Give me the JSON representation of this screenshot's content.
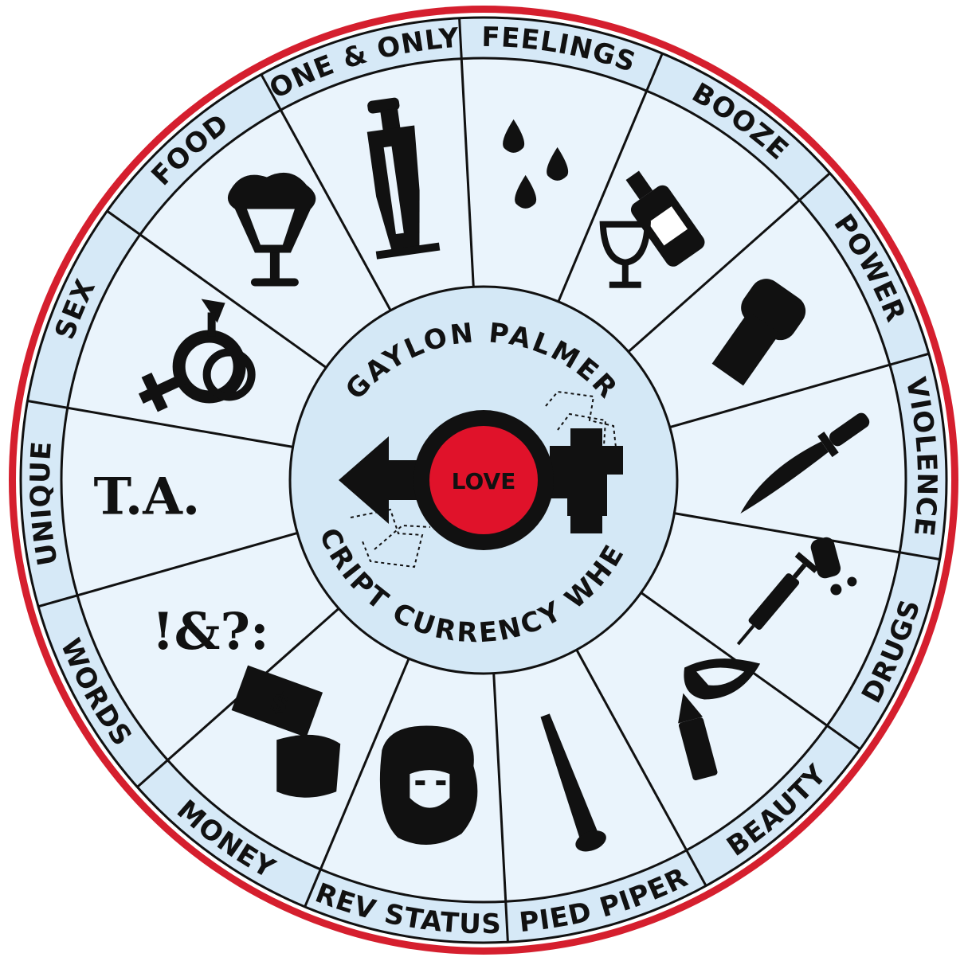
{
  "wheel": {
    "title_top": "GAYLON PALMER",
    "title_bottom": "SCRIPT CURRENCY WHEEL",
    "center_label": "LOVE",
    "segments": [
      {
        "label": "FEELINGS",
        "icon": "tear-drops-icon"
      },
      {
        "label": "BOOZE",
        "icon": "bottle-and-glass-icon"
      },
      {
        "label": "POWER",
        "icon": "raised-fist-icon"
      },
      {
        "label": "VIOLENCE",
        "icon": "knife-icon"
      },
      {
        "label": "DRUGS",
        "icon": "syringe-and-pills-icon"
      },
      {
        "label": "BEAUTY",
        "icon": "lips-and-lipstick-icon"
      },
      {
        "label": "PIED PIPER",
        "icon": "flute-icon"
      },
      {
        "label": "REV STATUS",
        "icon": "revolutionary-portrait-icon"
      },
      {
        "label": "MONEY",
        "icon": "money-bag-icon"
      },
      {
        "label": "WORDS",
        "icon": "punctuation-icon",
        "symbol_text": "!&?:"
      },
      {
        "label": "UNIQUE",
        "icon": "ta-letters-icon",
        "symbol_text": "T.A."
      },
      {
        "label": "SEX",
        "icon": "gender-symbols-icon"
      },
      {
        "label": "FOOD",
        "icon": "sundae-glass-icon"
      },
      {
        "label": "ONE & ONLY",
        "icon": "couple-figure-icon"
      }
    ],
    "colors": {
      "rim": "#d51f2e",
      "label_band": "#d6e9f7",
      "segment_fill": "#eaf4fc",
      "hub_fill": "#d4e8f6",
      "love_circle": "#e0122a",
      "ink": "#111111"
    }
  }
}
